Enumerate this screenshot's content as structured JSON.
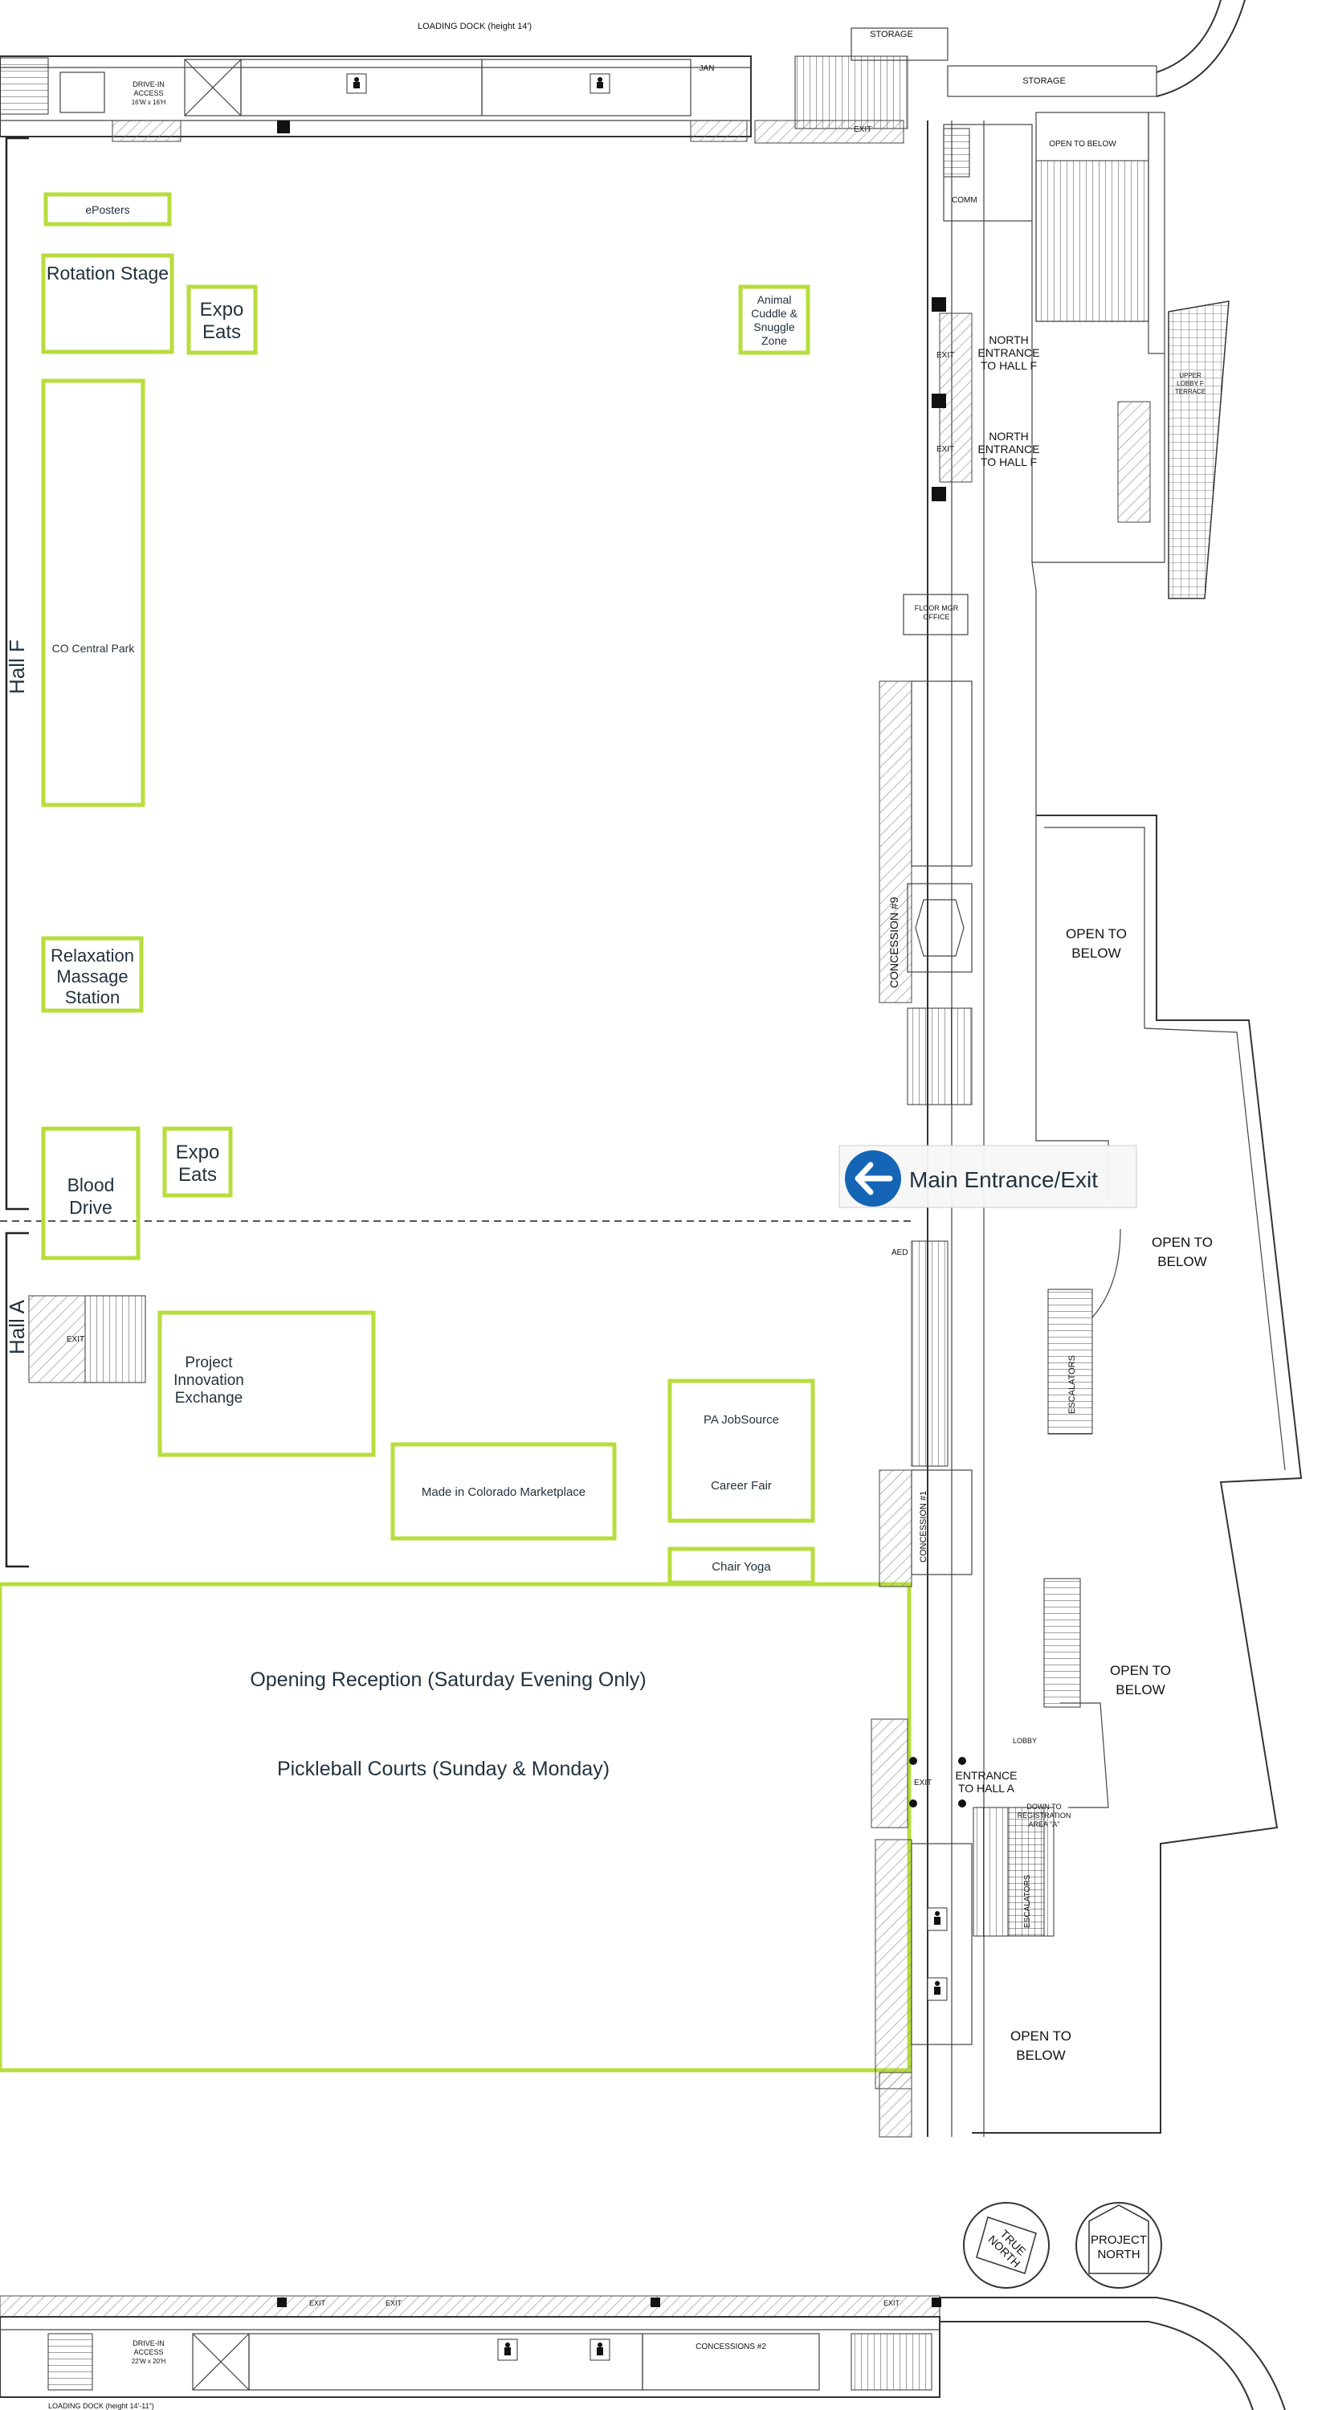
{
  "colors": {
    "zone_outline": "#b7dd3c",
    "entrance_marker": "#1565b7",
    "wall": "#333333",
    "hatch": "#888888"
  },
  "halls": {
    "hall_f": "Hall F",
    "hall_a": "Hall A"
  },
  "loading_dock_top": "LOADING DOCK (height 14')",
  "loading_dock_bottom": "LOADING DOCK (height 14'-11\")",
  "zones": {
    "eposters": "ePosters",
    "rotation_stage": "Rotation Stage",
    "expo_eats_1": [
      "Expo",
      "Eats"
    ],
    "animal_cuddle": [
      "Animal",
      "Cuddle &",
      "Snuggle",
      "Zone"
    ],
    "co_central_park": "CO Central Park",
    "relaxation": [
      "Relaxation",
      "Massage",
      "Station"
    ],
    "expo_eats_2": [
      "Expo",
      "Eats"
    ],
    "blood_drive": [
      "Blood",
      "Drive"
    ],
    "project_innovation": [
      "Project",
      "Innovation",
      "Exchange"
    ],
    "made_in_colorado": "Made in Colorado Marketplace",
    "pa_jobsource": "PA JobSource",
    "career_fair": "Career Fair",
    "chair_yoga": "Chair Yoga",
    "opening_reception": "Opening Reception (Saturday Evening Only)",
    "pickleball": "Pickleball Courts (Sunday & Monday)"
  },
  "main_entrance": {
    "label": "Main Entrance/Exit",
    "icon": "arrow-left-icon"
  },
  "rooms": {
    "storage_1": "STORAGE",
    "storage_2": "STORAGE",
    "open_to_below_top": "OPEN TO BELOW",
    "north_entrance_1": [
      "NORTH",
      "ENTRANCE",
      "TO HALL F"
    ],
    "north_entrance_2": [
      "NORTH",
      "ENTRANCE",
      "TO HALL F"
    ],
    "upper_lobby": [
      "UPPER",
      "LOBBY F",
      "TERRACE"
    ],
    "floor_mgr": [
      "FLOOR MGR",
      "OFFICE"
    ],
    "concession_9": "CONCESSION #9",
    "concession_1": "CONCESSION #1",
    "concessions_2": "CONCESSIONS #2",
    "open_to_below_1": [
      "OPEN TO",
      "BELOW"
    ],
    "open_to_below_2": [
      "OPEN TO",
      "BELOW"
    ],
    "open_to_below_3": [
      "OPEN TO",
      "BELOW"
    ],
    "open_to_below_4": [
      "OPEN TO",
      "BELOW"
    ],
    "escalators_1": "ESCALATORS",
    "escalators_2": "ESCALATORS",
    "entrance_hall_a": [
      "ENTRANCE",
      "TO HALL A"
    ],
    "lobby": "LOBBY",
    "down_to_registration": [
      "DOWN TO",
      "REGISTRATION",
      "AREA \"A\""
    ],
    "drive_in_top": [
      "DRIVE-IN",
      "ACCESS",
      "16'W x 16'H"
    ],
    "drive_in_bottom": [
      "DRIVE-IN",
      "ACCESS",
      "22'W x 20'H"
    ],
    "jan": "JAN",
    "comm": "COMM",
    "aed": "AED",
    "exit": "EXIT"
  },
  "compass": {
    "true_north": [
      "TRUE",
      "NORTH"
    ],
    "project_north": [
      "PROJECT",
      "NORTH"
    ]
  }
}
